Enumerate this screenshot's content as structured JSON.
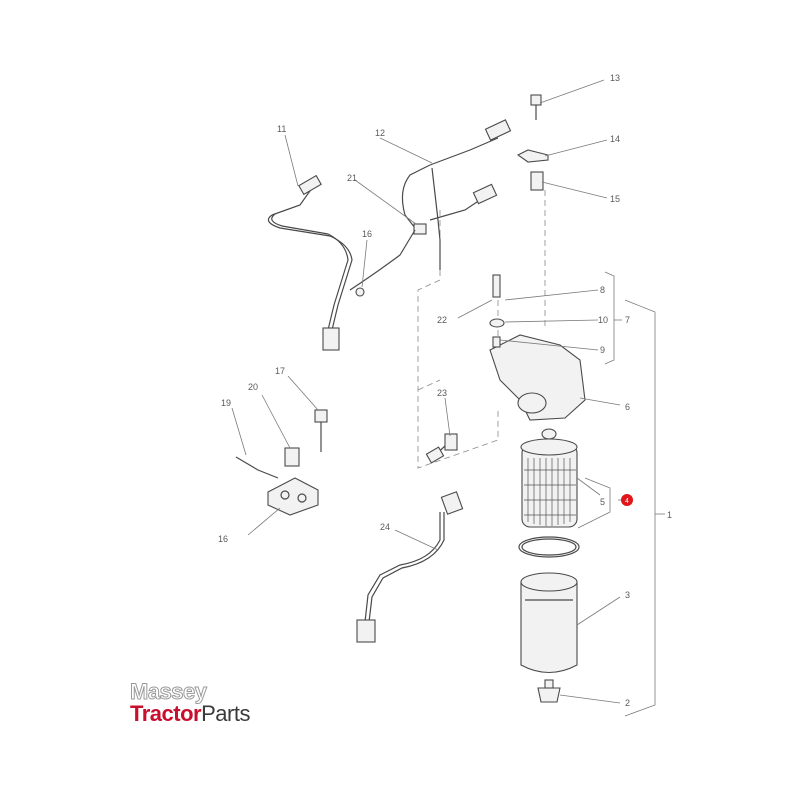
{
  "callouts": {
    "c1": "1",
    "c2": "2",
    "c3": "3",
    "c4": "4",
    "c5": "5",
    "c6": "6",
    "c7": "7",
    "c8": "8",
    "c9": "9",
    "c10": "10",
    "c11": "11",
    "c12": "12",
    "c13": "13",
    "c14": "14",
    "c15": "15",
    "c16a": "16",
    "c16b": "16",
    "c17": "17",
    "c19": "19",
    "c20": "20",
    "c21": "21",
    "c22": "22",
    "c23": "23",
    "c24": "24"
  },
  "highlight": {
    "callout": "4",
    "color": "#e0161b"
  },
  "logo": {
    "line1": "Massey",
    "line2_red": "Tractor",
    "line2_dark": "Parts",
    "red": "#c8102e",
    "dark": "#3a3a3a"
  }
}
